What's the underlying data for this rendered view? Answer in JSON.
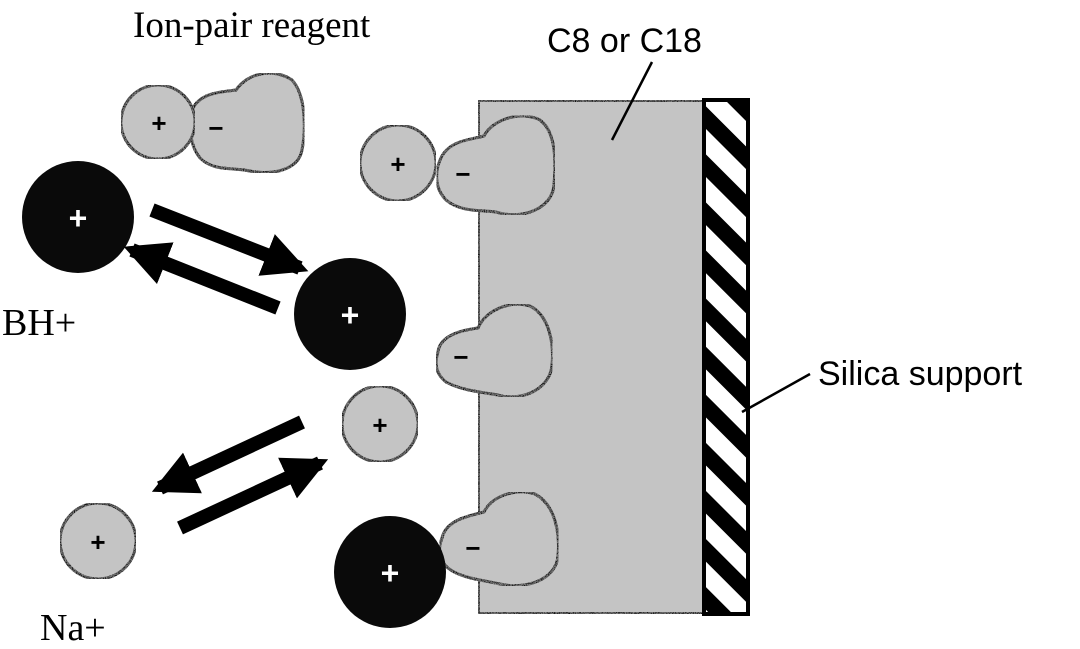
{
  "labels": {
    "ion_pair_reagent": "Ion-pair reagent",
    "stationary_phase": "C8 or C18",
    "silica_support": "Silica support",
    "analyte_cation": "BH+",
    "sodium_cation": "Na+"
  },
  "signs": {
    "positive": "+",
    "negative": "−"
  },
  "colors": {
    "ink": "#000000",
    "dark_cation_fill": "#0a0a0a",
    "light_fill": "#bdbdbd",
    "background": "#ffffff"
  }
}
